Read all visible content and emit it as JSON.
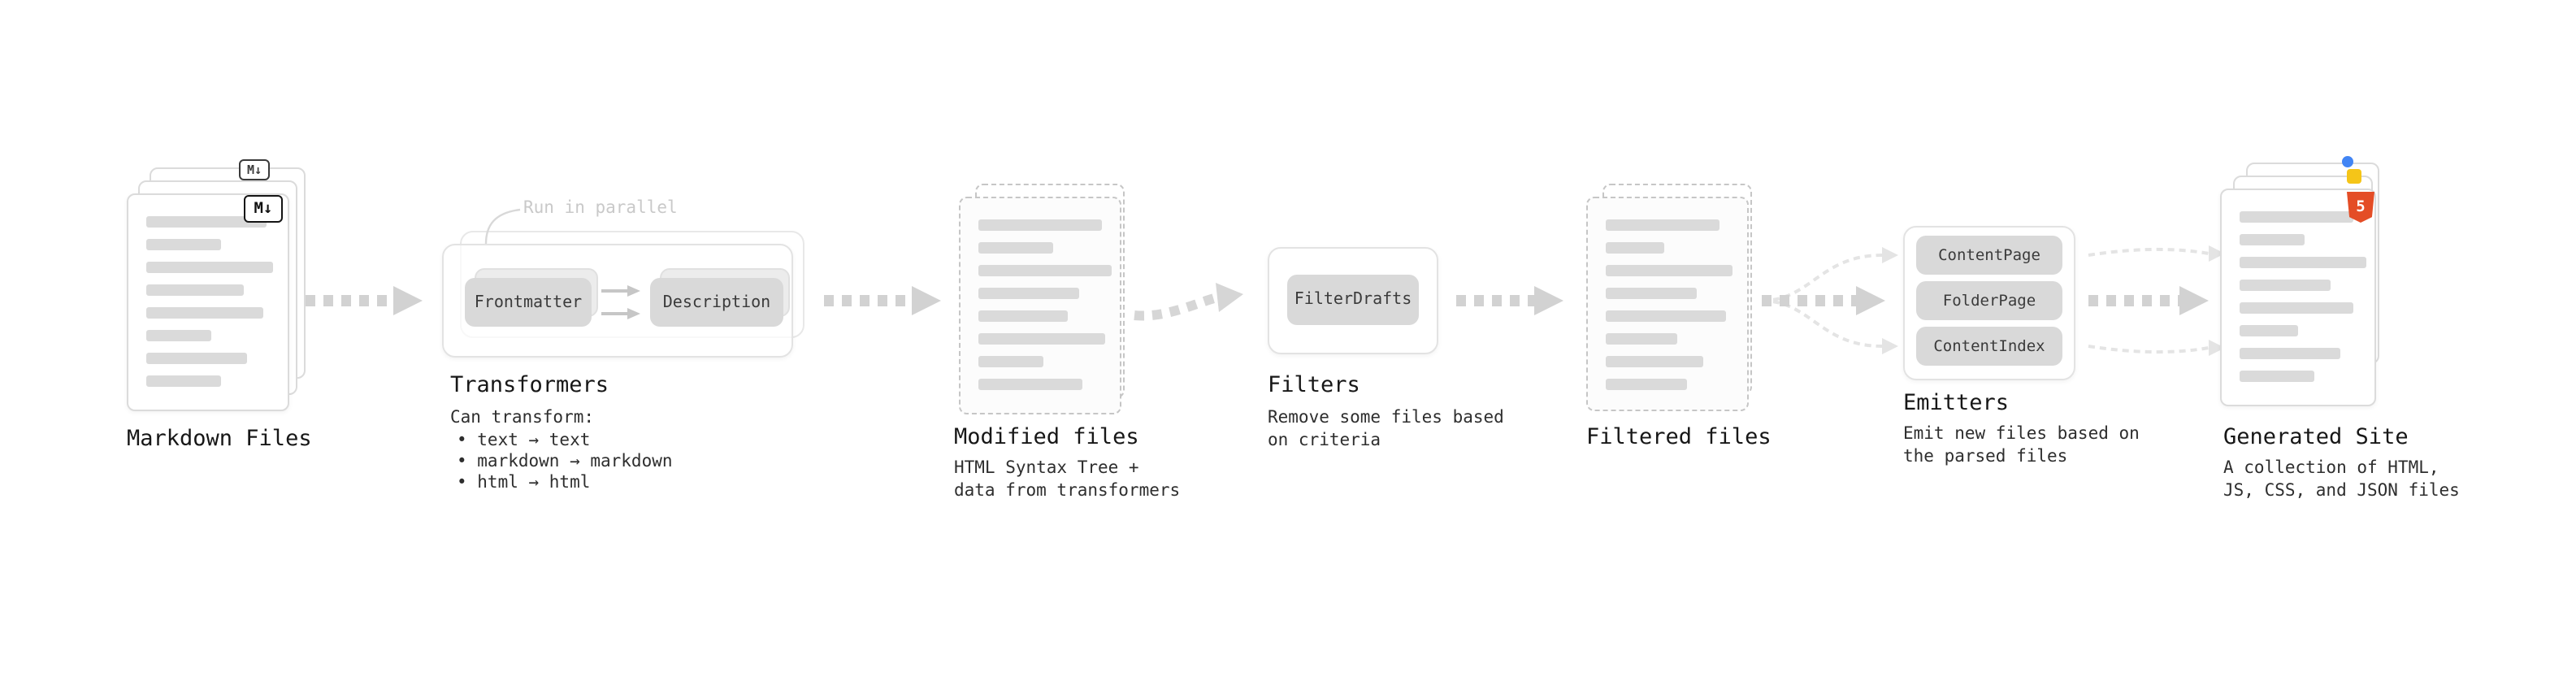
{
  "colors": {
    "html5_orange": "#e44d26",
    "js_yellow": "#f5c518",
    "dot_blue": "#4285f4",
    "arrow_gray": "#d2d2d2",
    "pill_gray": "#d9d9d9"
  },
  "stages": {
    "markdown_files": {
      "label": "Markdown Files",
      "badge": "M↓"
    },
    "transformers": {
      "annotation": "Run in parallel",
      "pill_frontmatter": "Frontmatter",
      "pill_description": "Description",
      "title": "Transformers",
      "intro": "Can transform:",
      "bullets": [
        "• text → text",
        "• markdown → markdown",
        "• html → html"
      ]
    },
    "modified_files": {
      "title": "Modified files",
      "description": "HTML Syntax Tree +\ndata from transformers"
    },
    "filters": {
      "pill": "FilterDrafts",
      "title": "Filters",
      "description": "Remove some files based\non criteria"
    },
    "filtered_files": {
      "title": "Filtered files"
    },
    "emitters": {
      "pills": [
        "ContentPage",
        "FolderPage",
        "ContentIndex"
      ],
      "title": "Emitters",
      "description": "Emit new files based on\nthe parsed files"
    },
    "generated_site": {
      "title": "Generated Site",
      "description": "A collection of HTML,\nJS, CSS, and JSON files",
      "badge": "5"
    }
  }
}
